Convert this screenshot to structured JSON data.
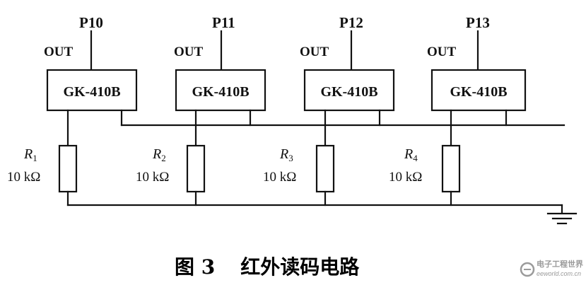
{
  "circuit": {
    "modules": [
      {
        "port": "P10",
        "out_label": "OUT",
        "chip": "GK-410B",
        "r_name": "R",
        "r_sub": "1",
        "r_value": "10 kΩ"
      },
      {
        "port": "P11",
        "out_label": "OUT",
        "chip": "GK-410B",
        "r_name": "R",
        "r_sub": "2",
        "r_value": "10 kΩ"
      },
      {
        "port": "P12",
        "out_label": "OUT",
        "chip": "GK-410B",
        "r_name": "R",
        "r_sub": "3",
        "r_value": "10 kΩ"
      },
      {
        "port": "P13",
        "out_label": "OUT",
        "chip": "GK-410B",
        "r_name": "R",
        "r_sub": "4",
        "r_value": "10 kΩ"
      }
    ]
  },
  "caption": {
    "figure_number": "图 3",
    "title": "红外读码电路"
  },
  "watermark": {
    "line1": "电子工程世界",
    "line2": "eeworld.com.cn"
  },
  "colors": {
    "ink": "#111111",
    "watermark": "#9a9a9a"
  }
}
